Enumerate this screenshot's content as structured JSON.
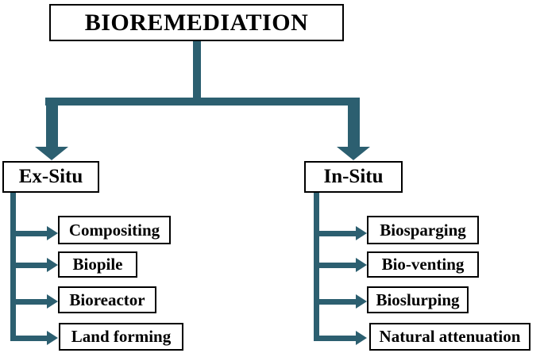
{
  "figure": {
    "type": "flowchart",
    "title": "BIOREMEDIATION",
    "root": "BIOREMEDIATION",
    "branches": [
      {
        "label": "Ex-Situ",
        "children": [
          "Compositing",
          "Biopile",
          "Bioreactor",
          "Land forming"
        ]
      },
      {
        "label": "In-Situ",
        "children": [
          "Biosparging",
          "Bio-venting",
          "Bioslurping",
          "Natural attenuation"
        ]
      }
    ]
  },
  "colors": {
    "connector": "#2c5f70",
    "box-border": "#000000",
    "text": "#000000",
    "background": "#ffffff"
  }
}
